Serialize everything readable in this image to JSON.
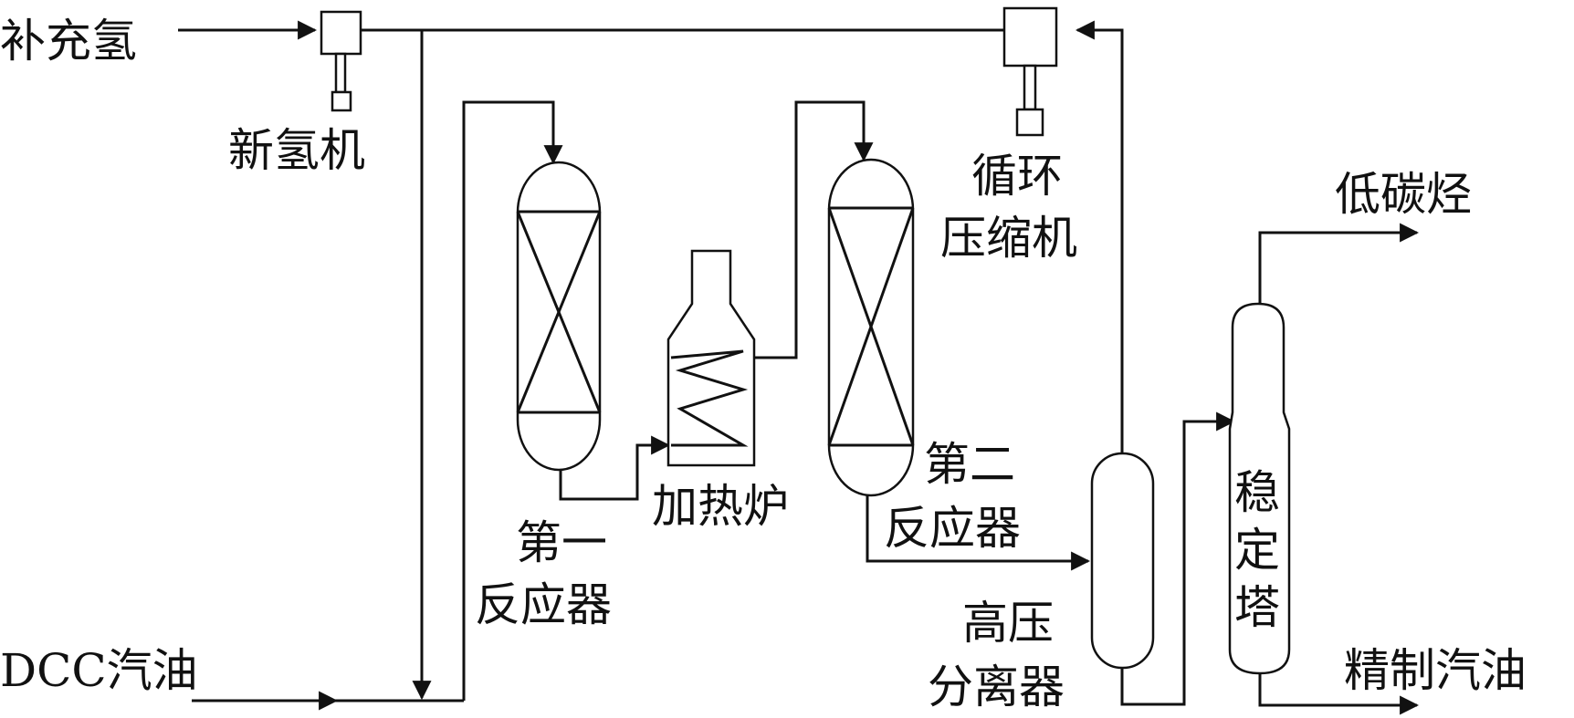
{
  "labels": {
    "make_up_hydrogen": "补充氢",
    "new_hydrogen_compressor": "新氢机",
    "dcc_gasoline": "DCC汽油",
    "reactor1_l1": "第一",
    "reactor1_l2": "反应器",
    "furnace": "加热炉",
    "reactor2_l1": "第二",
    "reactor2_l2": "反应器",
    "recycle_l1": "循环",
    "recycle_l2": "压缩机",
    "hp_separator_l1": "高压",
    "hp_separator_l2": "分离器",
    "stabilizer_c1": "稳",
    "stabilizer_c2": "定",
    "stabilizer_c3": "塔",
    "light_hydrocarbons": "低碳烃",
    "refined_gasoline": "精制汽油"
  }
}
